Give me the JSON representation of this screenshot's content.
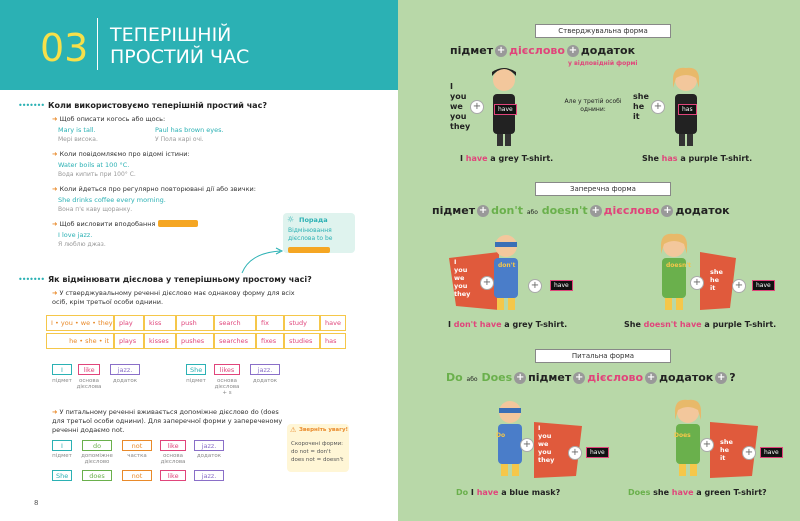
{
  "header": {
    "number": "03",
    "title": "ТЕПЕРІШНІЙ ПРОСТИЙ ЧАС"
  },
  "section1": {
    "question": "Коли використовуємо теперішній простий час?",
    "items": [
      {
        "label": "Щоб описати когось або щось:",
        "examples": [
          {
            "en": "Mary is tall.",
            "ua": "Мері висока."
          },
          {
            "en": "Paul has brown eyes.",
            "ua": "У Пола карі очі."
          }
        ]
      },
      {
        "label": "Коли повідомляємо про відомі істини:",
        "examples": [
          {
            "en": "Water boils at 100 °C.",
            "ua": "Вода кипить при 100° С."
          }
        ]
      },
      {
        "label": "Коли йдеться про регулярно повторювані дії або звички:",
        "examples": [
          {
            "en": "She drinks coffee every morning.",
            "ua": "Вона п'є каву щоранку."
          }
        ]
      },
      {
        "label": "Щоб висловити вподобання",
        "tag": "",
        "examples": [
          {
            "en": "I love jazz.",
            "ua": "Я люблю джаз."
          }
        ]
      }
    ],
    "tip": {
      "title": "Порада",
      "text": "Відмінювання дієслова to be",
      "tag": ""
    }
  },
  "section2": {
    "question": "Як відмінювати дієслова у теперішньому простому часі?",
    "intro": "У стверджувальному реченні дієслово має однакову форму для всіх осіб, крім третьої особи однини.",
    "row1": [
      "I • you • we • they",
      "play",
      "kiss",
      "push",
      "search",
      "fix",
      "study",
      "have"
    ],
    "row2": [
      "he • she • it",
      "plays",
      "kisses",
      "pushes",
      "searches",
      "fixes",
      "studies",
      "has"
    ],
    "ex1": {
      "words": [
        "I",
        "like",
        "jazz."
      ],
      "labels": [
        "підмет",
        "основа дієслова",
        "додаток"
      ]
    },
    "ex2": {
      "words": [
        "She",
        "likes",
        "jazz."
      ],
      "labels": [
        "підмет",
        "основа дієслова + s",
        "додаток"
      ]
    },
    "neg_intro": "У питальному реченні вживається допоміжне дієслово do (does для третьої особи однини). Для заперечної форми у запереченому реченні додаємо not.",
    "neg1": {
      "words": [
        "I",
        "do",
        "not",
        "like",
        "jazz."
      ],
      "labels": [
        "підмет",
        "допоміжне дієслово",
        "частка",
        "основа дієслова",
        "додаток"
      ]
    },
    "neg2": {
      "words": [
        "She",
        "does",
        "not",
        "like",
        "jazz."
      ]
    },
    "short": {
      "title": "Зверніть увагу!",
      "label": "Скорочені форми:",
      "l1": "do not = don't",
      "l2": "does not = doesn't"
    }
  },
  "page_number": "8",
  "right": {
    "affirm": {
      "header": "Стверджувальна форма",
      "formula": [
        "підмет",
        "дієслово",
        "додаток"
      ],
      "sub": "у відповідній формі",
      "pron_left": [
        "I",
        "you",
        "we",
        "you",
        "they"
      ],
      "verb_left": "have",
      "but": "Але у третій особі однини:",
      "pron_right": [
        "she",
        "he",
        "it"
      ],
      "verb_right": "has",
      "sent_left": {
        "a": "I ",
        "b": "have",
        "c": " a grey T-shirt."
      },
      "sent_right": {
        "a": "She ",
        "b": "has",
        "c": " a purple T-shirt."
      }
    },
    "negative": {
      "header": "Заперечна форма",
      "formula": {
        "a": "підмет",
        "b": "don't",
        "or": "або",
        "c": "doesn't",
        "d": "дієслово",
        "e": "додаток"
      },
      "bubble_left": "don't",
      "bubble_right": "doesn't",
      "pron_left": [
        "I",
        "you",
        "we",
        "you",
        "they"
      ],
      "pron_right": [
        "she",
        "he",
        "it"
      ],
      "verb": "have",
      "sent_left": {
        "a": "I ",
        "b": "don't",
        "c": " have",
        "d": " a grey T-shirt."
      },
      "sent_right": {
        "a": "She ",
        "b": "doesn't",
        "c": " have",
        "d": " a purple T-shirt."
      }
    },
    "question": {
      "header": "Питальна форма",
      "formula": {
        "a": "Do",
        "or": "або",
        "b": "Does",
        "c": "підмет",
        "d": "дієслово",
        "e": "додаток",
        "f": "?"
      },
      "bubble_left": "Do",
      "bubble_right": "Does",
      "pron_left": [
        "I",
        "you",
        "we",
        "you",
        "they"
      ],
      "pron_right": [
        "she",
        "he",
        "it"
      ],
      "verb": "have",
      "sent_left": {
        "a": "Do",
        "b": " I ",
        "c": "have",
        "d": " a blue mask?"
      },
      "sent_right": {
        "a": "Does",
        "b": " she ",
        "c": "have",
        "d": " a green T-shirt?"
      }
    }
  },
  "colors": {
    "teal": "#2bb1b4",
    "yellow": "#f7e04a",
    "pink": "#e0457b",
    "green_bg": "#b8d8a8",
    "orange": "#e98a2a"
  }
}
